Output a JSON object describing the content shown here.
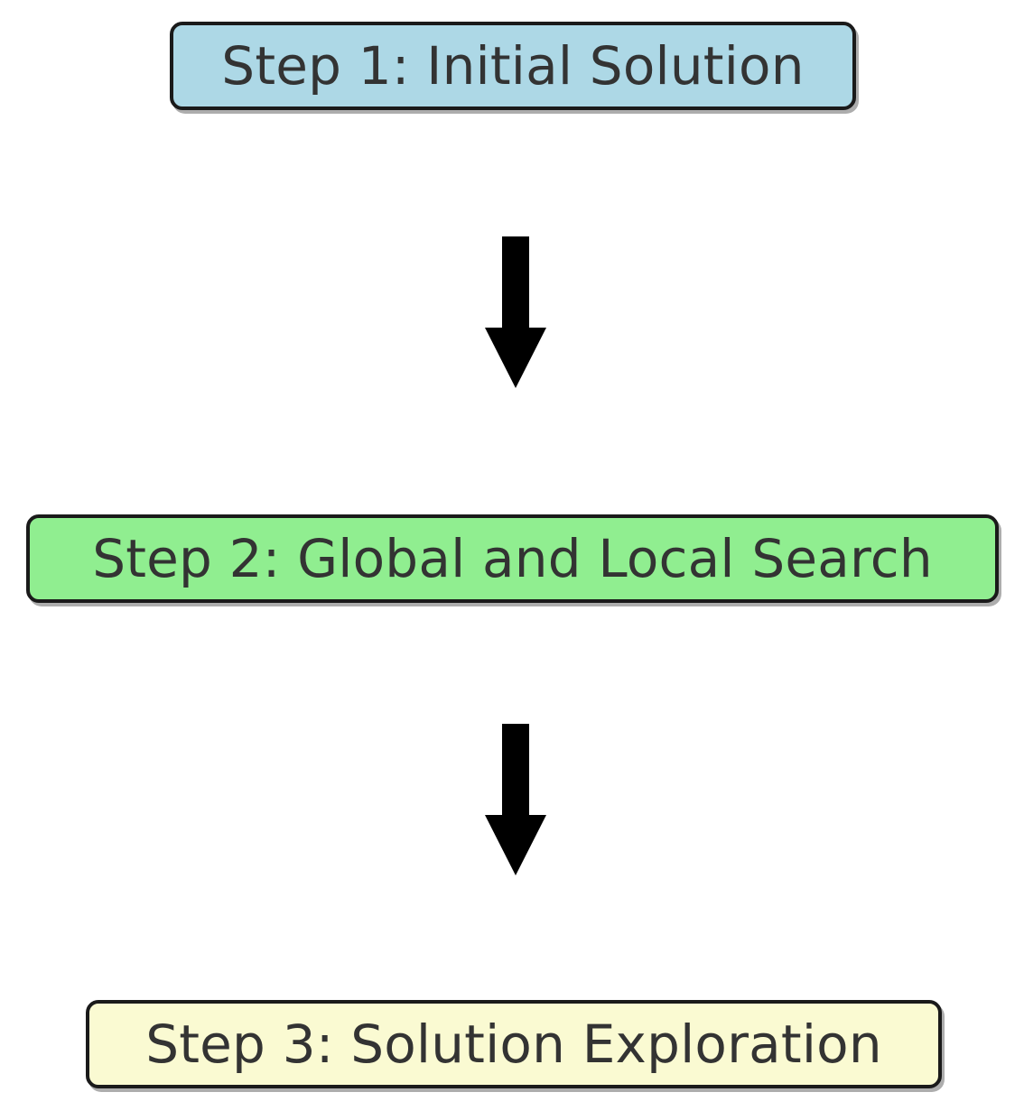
{
  "diagram": {
    "title": "Three-step solution process flowchart",
    "orientation": "top-to-bottom",
    "background_color": "#ffffff",
    "border_color": "#1a1a1a",
    "text_color": "#333333",
    "nodes": [
      {
        "id": "step1",
        "label": "Step 1: Initial Solution",
        "fill_color": "#ADD8E6",
        "shape": "rounded-rectangle"
      },
      {
        "id": "step2",
        "label": "Step 2: Global and Local Search",
        "fill_color": "#90EE90",
        "shape": "rounded-rectangle"
      },
      {
        "id": "step3",
        "label": "Step 3: Solution Exploration",
        "fill_color": "#FAFAD2",
        "shape": "rounded-rectangle"
      }
    ],
    "edges": [
      {
        "id": "edge-1",
        "from": "step1",
        "to": "step2",
        "style": "solid-arrow",
        "color": "#000000",
        "label": ""
      },
      {
        "id": "edge-2",
        "from": "step2",
        "to": "step3",
        "style": "solid-arrow",
        "color": "#000000",
        "label": ""
      }
    ]
  }
}
